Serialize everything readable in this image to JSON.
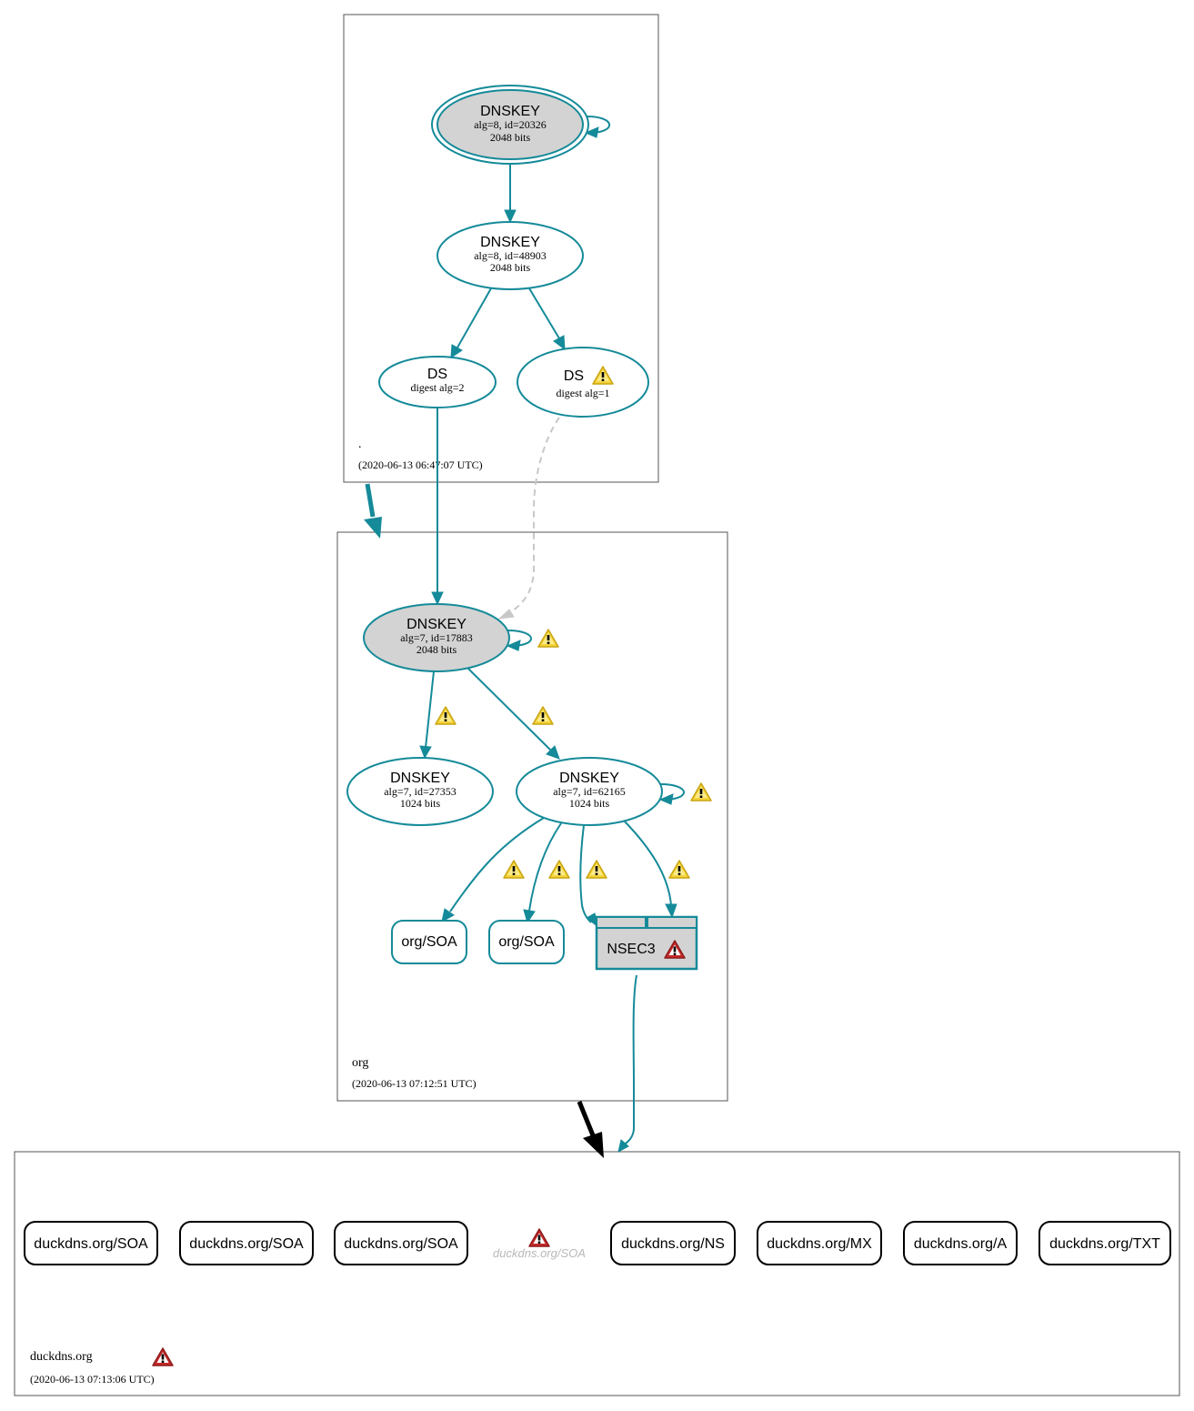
{
  "zones": {
    "root": {
      "name": ".",
      "timestamp": "(2020-06-13 06:47:07 UTC)"
    },
    "org": {
      "name": "org",
      "timestamp": "(2020-06-13 07:12:51 UTC)"
    },
    "duckdns": {
      "name": "duckdns.org",
      "timestamp": "(2020-06-13 07:13:06 UTC)"
    }
  },
  "nodes": {
    "root_ksk": {
      "label": "DNSKEY",
      "detail": "alg=8, id=20326",
      "bits": "2048 bits"
    },
    "root_zsk": {
      "label": "DNSKEY",
      "detail": "alg=8, id=48903",
      "bits": "2048 bits"
    },
    "ds_2": {
      "label": "DS",
      "detail": "digest alg=2"
    },
    "ds_1": {
      "label": "DS",
      "detail": "digest alg=1"
    },
    "org_ksk": {
      "label": "DNSKEY",
      "detail": "alg=7, id=17883",
      "bits": "2048 bits"
    },
    "org_27353": {
      "label": "DNSKEY",
      "detail": "alg=7, id=27353",
      "bits": "1024 bits"
    },
    "org_62165": {
      "label": "DNSKEY",
      "detail": "alg=7, id=62165",
      "bits": "1024 bits"
    },
    "org_soa_1": {
      "label": "org/SOA"
    },
    "org_soa_2": {
      "label": "org/SOA"
    },
    "nsec3": {
      "label": "NSEC3"
    }
  },
  "duckdns_rrsets": [
    "duckdns.org/SOA",
    "duckdns.org/SOA",
    "duckdns.org/SOA",
    "duckdns.org/NS",
    "duckdns.org/MX",
    "duckdns.org/A",
    "duckdns.org/TXT"
  ],
  "duckdns_missing_rrset": "duckdns.org/SOA",
  "colors": {
    "edge": "#158a99",
    "secure_zone_arrow": "#158a99",
    "insecure_zone_arrow": "#000000",
    "key_fill": "#d3d3d3",
    "warning": "#f2d22a",
    "error": "#c4292b",
    "dashed_edge": "#c8c8c8"
  }
}
